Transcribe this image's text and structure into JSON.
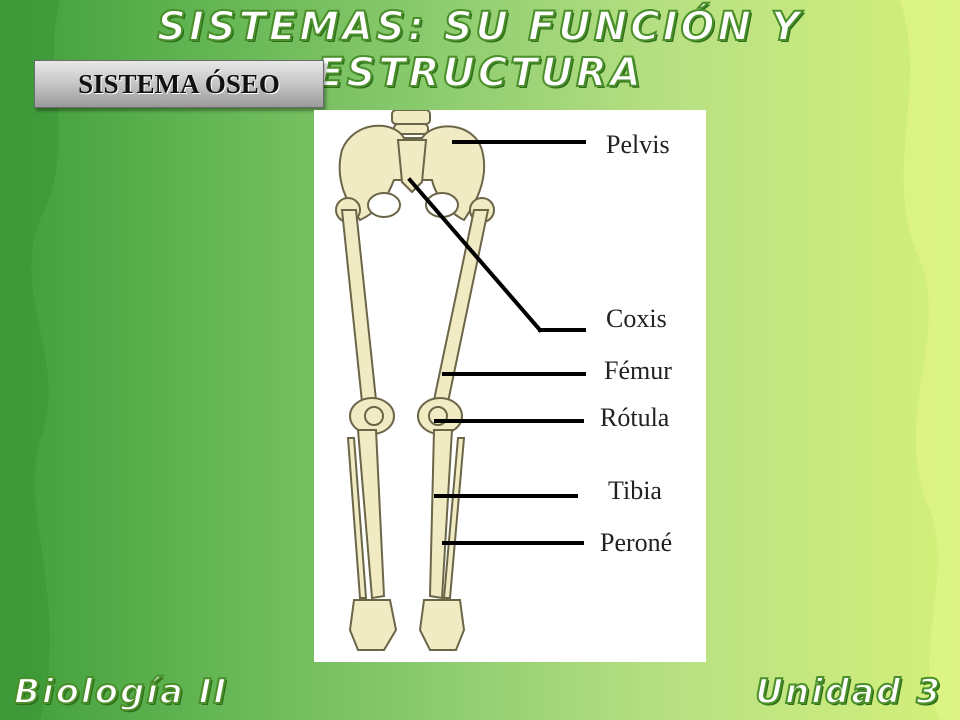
{
  "header": {
    "title": "SISTEMAS: SU FUNCIÓN Y ESTRUCTURA"
  },
  "section": {
    "title": "SISTEMA ÓSEO"
  },
  "labels": {
    "pelvis": "Pelvis",
    "coxis": "Coxis",
    "femur": "Fémur",
    "rotula": "Rótula",
    "tibia": "Tibia",
    "perone": "Peroné"
  },
  "footer": {
    "left": "Biología II",
    "right": "Unidad 3"
  },
  "colors": {
    "bone": "#f1ebc4",
    "bone_outline": "#6b6648",
    "accent_green": "#4a8f2a"
  }
}
